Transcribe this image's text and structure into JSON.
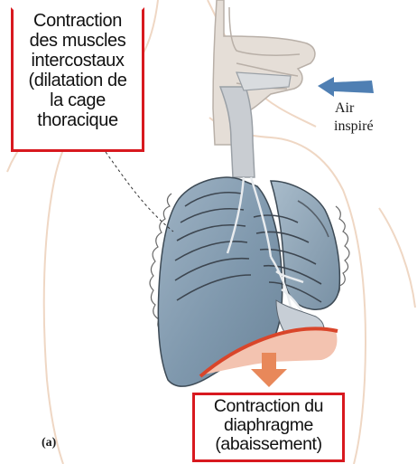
{
  "labels": {
    "intercostal": [
      "Contraction",
      "des muscles",
      "intercostaux",
      "(dilatation de",
      "la cage",
      "thoracique"
    ],
    "diaphragm": [
      "Contraction du",
      "diaphragme",
      "(abaissement)"
    ],
    "air": [
      "Air",
      "inspiré"
    ],
    "panel": "(a)"
  },
  "colors": {
    "box_border": "#d8191f",
    "lung": "#7f98ad",
    "airway": "#c9cdd2",
    "diaphragm_fill": "#f3c3b0",
    "diaphragm_edge": "#d9452a",
    "down_arrow": "#e8885a",
    "air_arrow": "#4f7fb3",
    "body_outline": "#efd7c4"
  },
  "icons": {
    "air_arrow": "arrow-left-icon",
    "diaphragm_arrow": "arrow-down-icon"
  }
}
